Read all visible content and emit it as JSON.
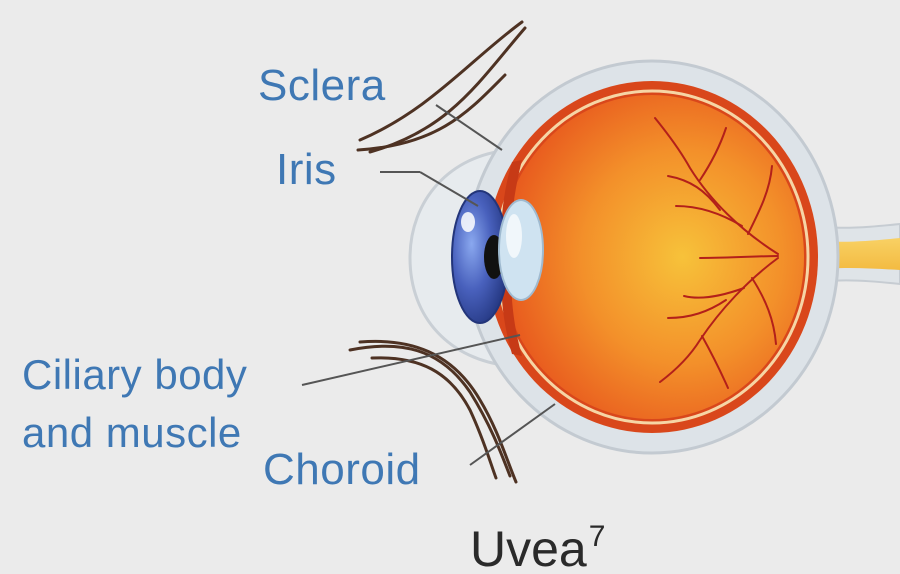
{
  "labels": {
    "sclera": "Sclera",
    "iris": "Iris",
    "ciliary_line1": "Ciliary body",
    "ciliary_line2": "and muscle",
    "choroid": "Choroid"
  },
  "caption": {
    "text": "Uvea",
    "superscript": "7"
  },
  "colors": {
    "background": "#ebebeb",
    "label_text": "#3f78b4",
    "caption_text": "#2a2a2a",
    "sclera": "#dde3e8",
    "choroid": "#d84a1c",
    "vitreous": "#f59a1e",
    "iris": "#3b52a8",
    "optic_nerve": "#f6c24a",
    "vessels": "#b3201a",
    "muscles": "#5a3a2a"
  }
}
